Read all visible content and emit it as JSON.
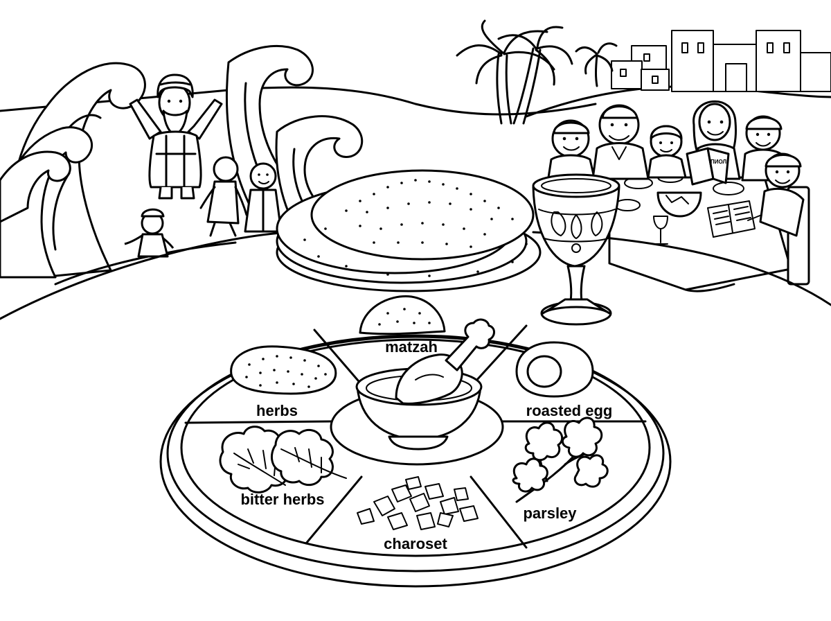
{
  "image": {
    "kind": "coloring-page",
    "scene": "passover-seder",
    "ink_color": "#000000",
    "paper_color": "#ffffff"
  },
  "seder_plate": {
    "labels": {
      "top": "matzah",
      "upper_left": "herbs",
      "upper_right": "roasted egg",
      "lower_left": "bitter herbs",
      "bottom": "charoset",
      "lower_right": "parsley"
    }
  },
  "family_scene": {
    "book_text": "ПИОЛ"
  },
  "icons": [
    "waves-icon",
    "moses-figure-icon",
    "child-figure-icon",
    "palm-tree-icon",
    "city-wall-icon",
    "matzah-stack-icon",
    "kiddush-cup-icon",
    "seder-plate-icon",
    "shank-bone-icon",
    "egg-icon",
    "lettuce-icon",
    "parsley-icon",
    "charoset-icon"
  ]
}
